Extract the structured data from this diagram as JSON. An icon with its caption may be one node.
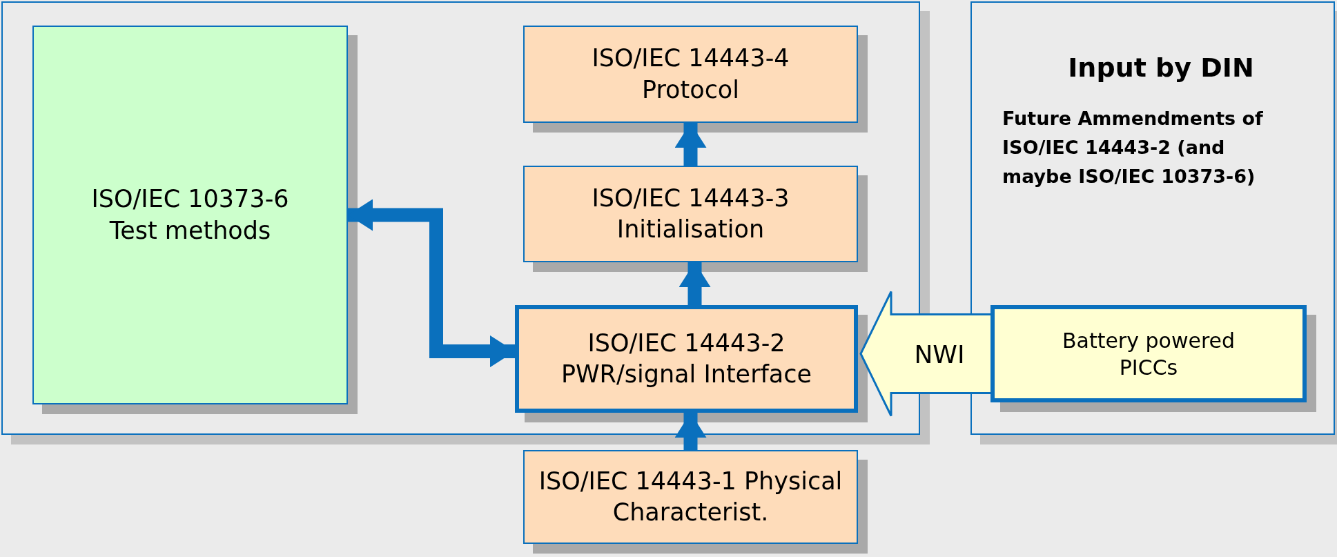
{
  "diagram": {
    "nodes": [
      {
        "text": [],
        "shape": "box"
      },
      {
        "text": [
          "ISO/IEC 10373-6 Test methods"
        ],
        "in": 0
      },
      {
        "text": [
          "ISO/IEC 14443-4 Protocol"
        ],
        "in": 0
      },
      {
        "text": [
          "ISO/IEC 14443-3 Initialisation"
        ],
        "in": 0
      },
      {
        "text": [
          "ISO/IEC 14443-2 PWR/signal Interface"
        ],
        "in": 0
      },
      {
        "text": [
          "ISO/IEC 14443-1 Physical Characterist."
        ]
      },
      {
        "text": [
          "Input by DIN",
          "Future Ammendments of ISO/IEC 14443-2 (and maybe ISO/IEC 10373-6)"
        ]
      },
      {
        "text": [
          "Battery powered PICCs"
        ],
        "in": 6
      }
    ],
    "edges": [
      {
        "from": 5,
        "to": 4,
        "arrow": "to"
      },
      {
        "from": 4,
        "to": 3,
        "arrow": "to"
      },
      {
        "from": 3,
        "to": 2,
        "arrow": "to"
      },
      {
        "from": 1,
        "to": 4,
        "arrow": "both"
      },
      {
        "from": 7,
        "to": 4,
        "arrow": "to",
        "label": "NWI"
      }
    ]
  }
}
